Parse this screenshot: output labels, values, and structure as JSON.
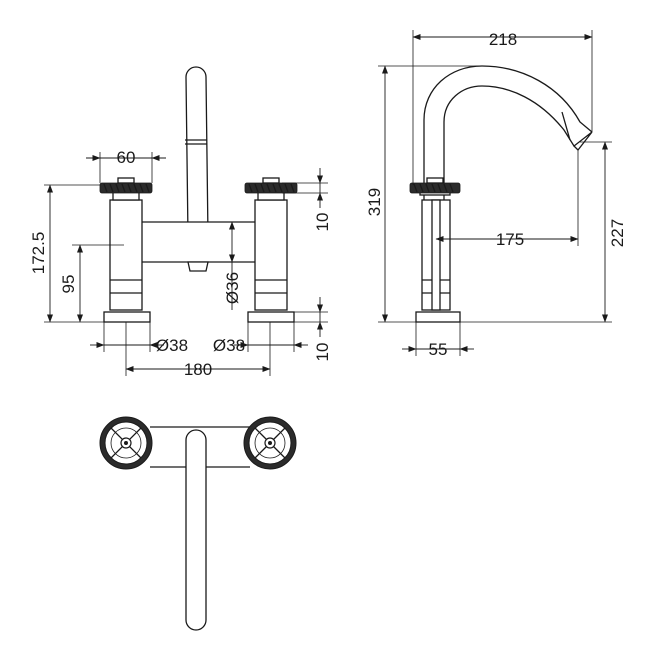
{
  "dimensions": {
    "width_60": "60",
    "height_172": "172.5",
    "height_95": "95",
    "gap_10_top": "10",
    "dia_36": "Ø36",
    "dia_38_left": "Ø38",
    "dia_38_right": "Ø38",
    "gap_10_bottom": "10",
    "width_180": "180",
    "width_218": "218",
    "height_319": "319",
    "reach_175": "175",
    "height_227": "227",
    "base_55": "55"
  }
}
